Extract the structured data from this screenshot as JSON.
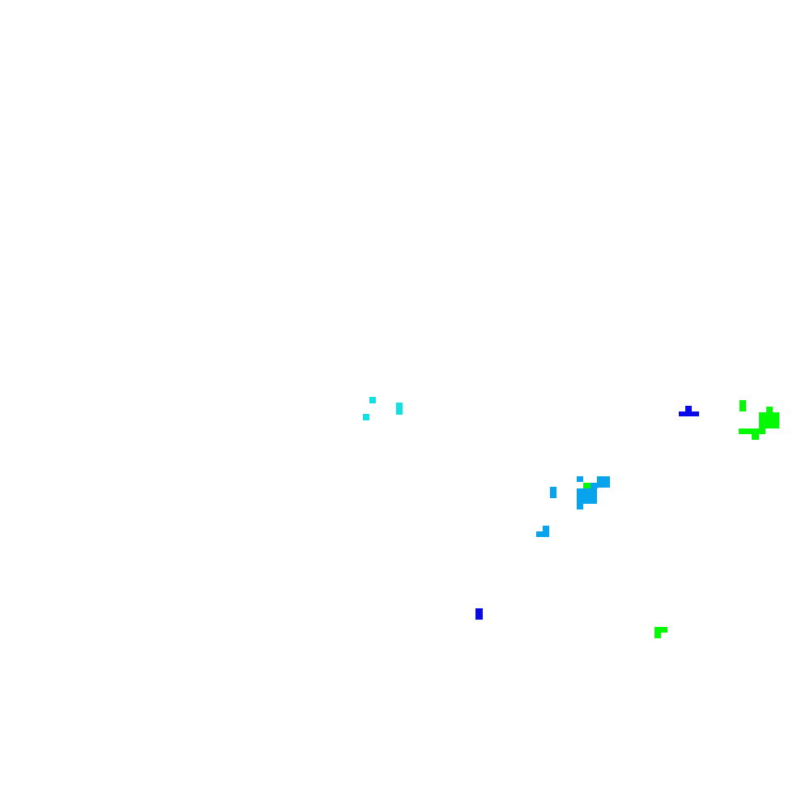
{
  "palette": {
    "background": "#ffffff",
    "cyan": "#12e0e4",
    "sky_blue": "#07a3ed",
    "blue": "#0a0ae8",
    "green": "#04fa04"
  },
  "clusters": [
    {
      "name": "cyan-speckles",
      "color_key": "cyan"
    },
    {
      "name": "blue-marker-top-right",
      "color_key": "blue"
    },
    {
      "name": "green-cluster-right",
      "color_key": "green"
    },
    {
      "name": "sky-blue-cluster-center",
      "color_key": "sky_blue"
    },
    {
      "name": "green-dot-center",
      "color_key": "green"
    },
    {
      "name": "blue-marker-bottom",
      "color_key": "blue"
    },
    {
      "name": "green-marker-bottom-right",
      "color_key": "green"
    }
  ]
}
